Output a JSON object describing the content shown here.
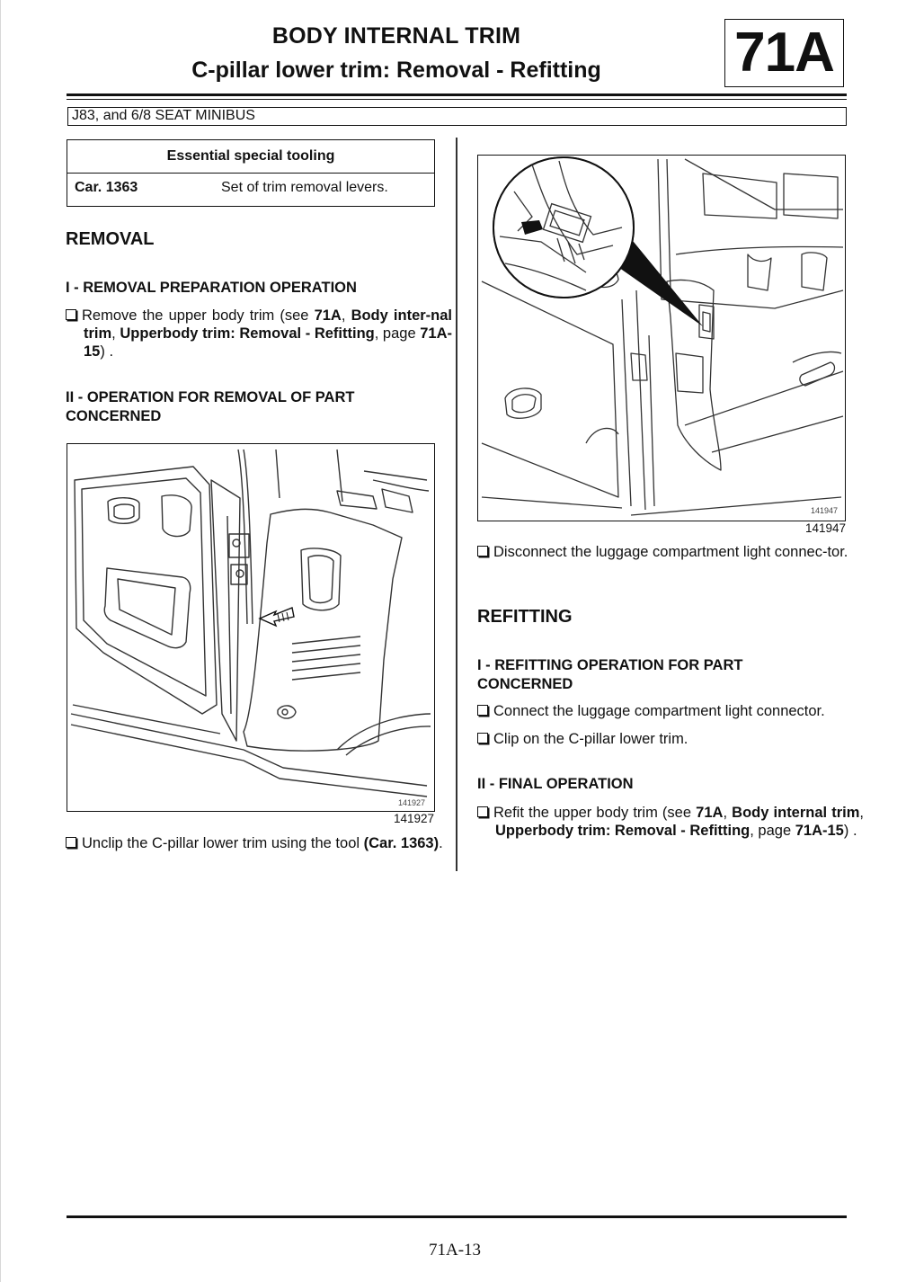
{
  "header": {
    "section_title": "BODY INTERNAL TRIM",
    "subtitle": "C-pillar lower trim: Removal - Refitting",
    "section_code": "71A"
  },
  "vehicle": "J83, and 6/8 SEAT MINIBUS",
  "tooling": {
    "title": "Essential special tooling",
    "ref": "Car. 1363",
    "description": "Set of trim removal levers."
  },
  "removal": {
    "heading": "REMOVAL",
    "step1_heading": "I - REMOVAL PREPARATION OPERATION",
    "step1_text": {
      "a": "Remove the upper body trim (see ",
      "b": "71A",
      "c": ", ",
      "d": "Body inter-nal trim",
      "e": ", ",
      "f": "Upperbody trim: Removal - Refitting",
      "g": ", page ",
      "h": "71A-15",
      "i": ") ."
    },
    "step2_heading_line1": "II - OPERATION FOR REMOVAL OF PART",
    "step2_heading_line2": "CONCERNED",
    "figure1_number": "141927",
    "figure1_inner_number": "141927",
    "step2_text": {
      "a": "Unclip the C-pillar lower trim using the tool ",
      "b": "(Car. 1363)",
      "c": "."
    }
  },
  "right": {
    "figure2_number": "141947",
    "figure2_inner_number": "141947",
    "disconnect_text": "Disconnect the luggage compartment light connec-tor."
  },
  "refitting": {
    "heading": "REFITTING",
    "step1_heading_line1": "I - REFITTING OPERATION FOR PART",
    "step1_heading_line2": "CONCERNED",
    "step1_item1": "Connect the luggage compartment light connector.",
    "step1_item2": "Clip on the C-pillar lower trim.",
    "step2_heading": "II - FINAL OPERATION",
    "step2_text": {
      "a": "Refit the upper body trim (see ",
      "b": "71A",
      "c": ", ",
      "d": "Body internal trim",
      "e": ", ",
      "f": "Upperbody trim: Removal - Refitting",
      "g": ", page ",
      "h": "71A-15",
      "i": ") ."
    }
  },
  "footer": {
    "page_number": "71A-13"
  }
}
